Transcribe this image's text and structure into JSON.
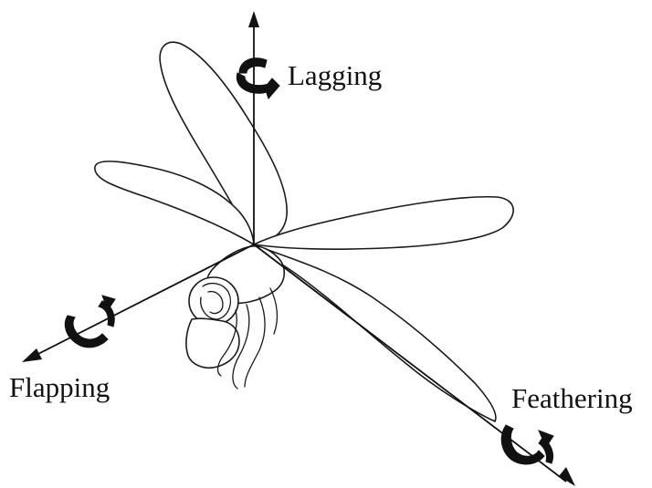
{
  "axes": {
    "lagging": {
      "label": "Lagging",
      "rotation_icon": "rotation-arrow-icon"
    },
    "flapping": {
      "label": "Flapping",
      "rotation_icon": "rotation-arrow-icon"
    },
    "feathering": {
      "label": "Feathering",
      "rotation_icon": "rotation-arrow-icon"
    }
  },
  "colors": {
    "ink": "#111111",
    "background": "#ffffff"
  }
}
